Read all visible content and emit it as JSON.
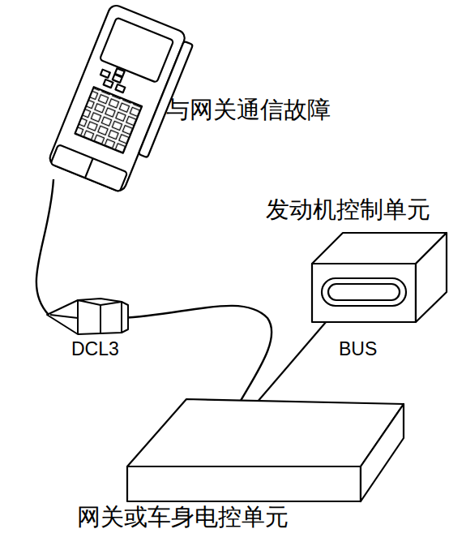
{
  "diagram": {
    "nodes": [
      {
        "text": [
          "与网关通信故障"
        ]
      },
      {
        "text": [
          "发动机控制单元"
        ]
      },
      {
        "text": [
          "网关或车身电控单元"
        ]
      }
    ],
    "edges": [
      {
        "from": 0,
        "to": 2,
        "label": "DCL3",
        "arrow": "none"
      },
      {
        "from": 2,
        "to": 1,
        "label": "BUS",
        "arrow": "none"
      }
    ]
  }
}
